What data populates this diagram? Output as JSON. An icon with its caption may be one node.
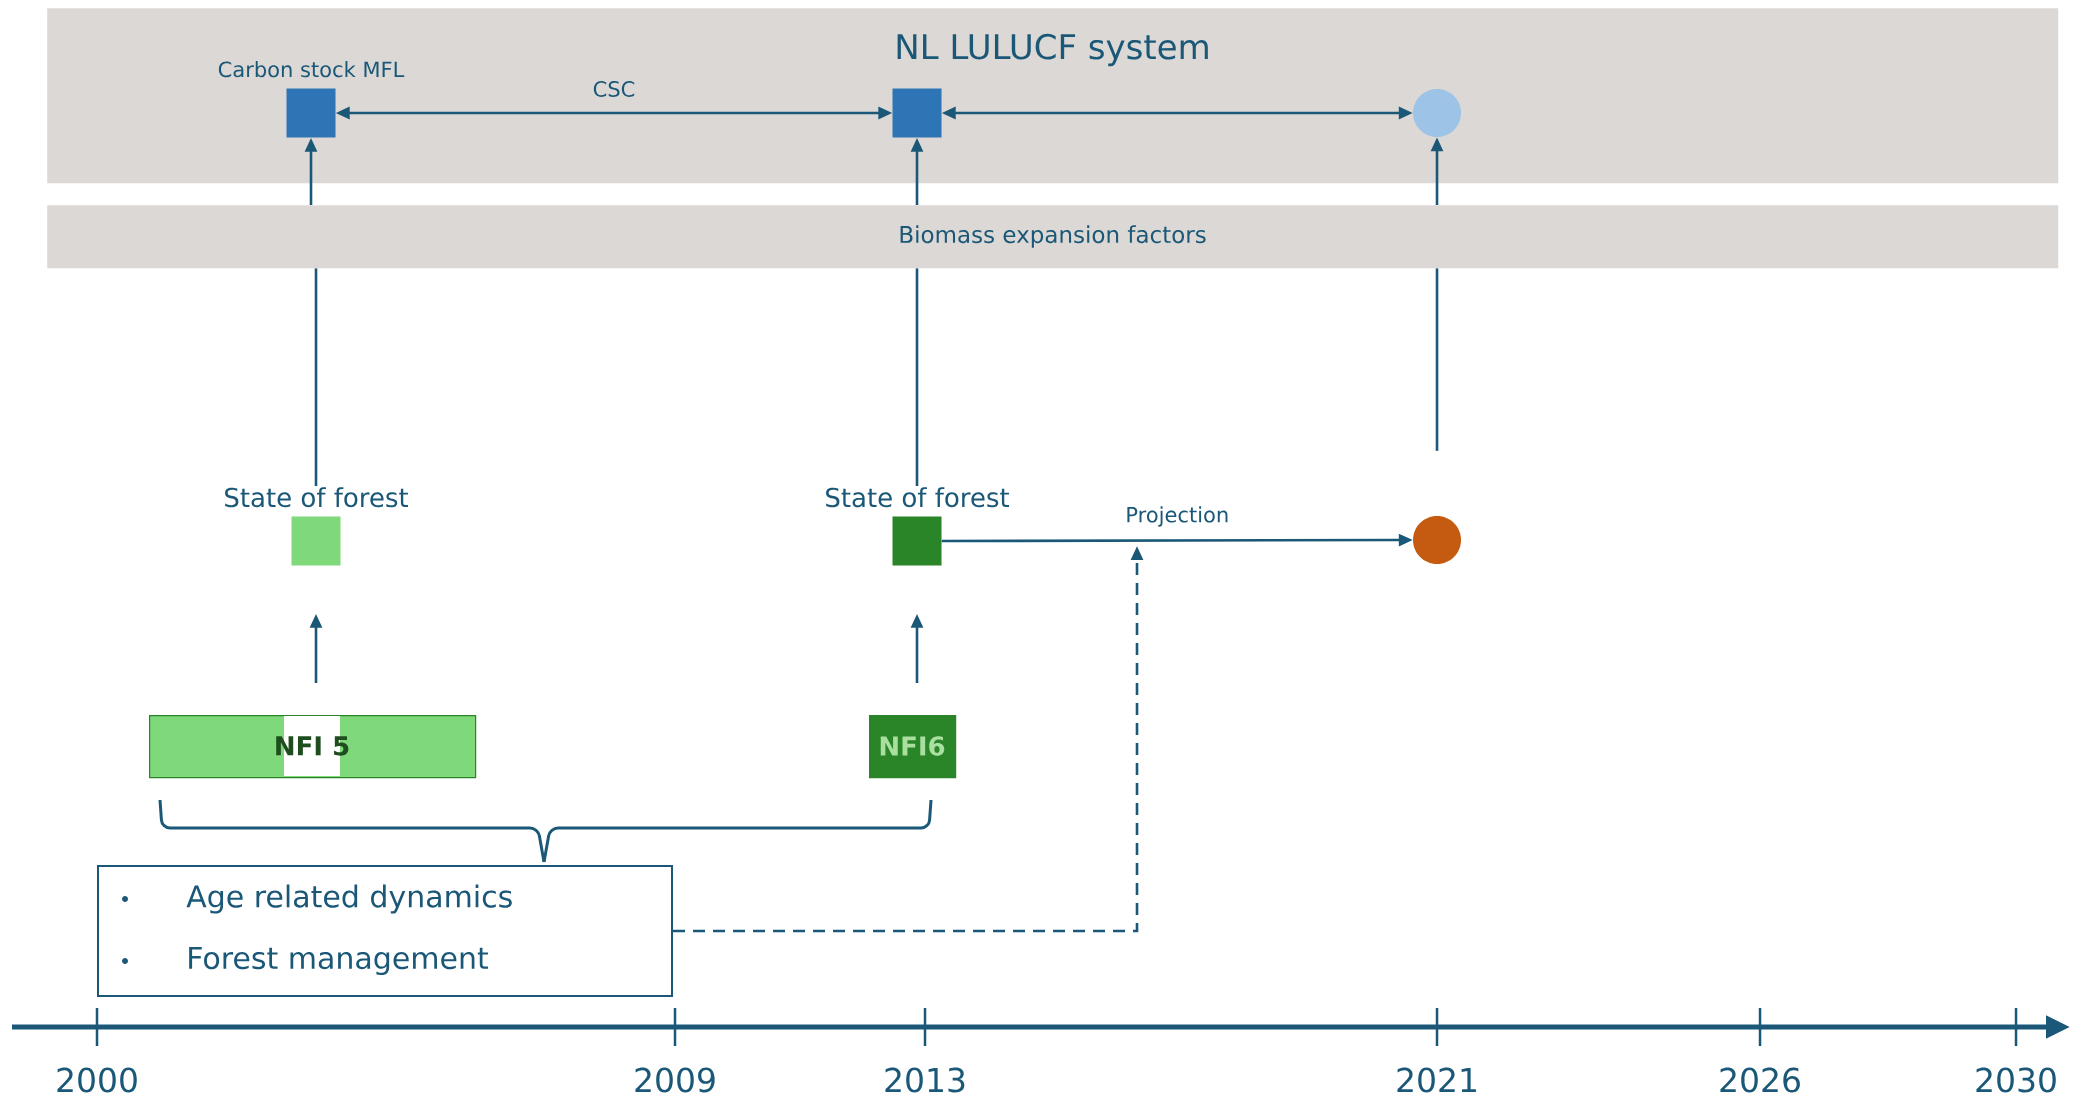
{
  "diagram": {
    "nodes": [
      {
        "text": [
          "NL LULUCF system"
        ]
      },
      {
        "text": [
          "Biomass expansion factors"
        ]
      },
      {
        "text": [],
        "shape": "box",
        "beside": [
          "Carbon stock MFL"
        ],
        "in": 0
      },
      {
        "text": [],
        "shape": "box",
        "in": 0
      },
      {
        "text": [],
        "shape": "circle",
        "in": 0
      },
      {
        "text": [
          "State of forest"
        ]
      },
      {
        "text": [
          "State of forest"
        ]
      },
      {
        "text": [],
        "shape": "circle"
      },
      {
        "text": [
          "NFI 5"
        ]
      },
      {
        "text": [
          "NFI6"
        ]
      },
      {
        "text": [
          "Age related dynamics",
          "Forest management"
        ]
      }
    ],
    "edges": [
      {
        "from": 2,
        "to": 3,
        "arrow": "both",
        "label": "CSC"
      },
      {
        "from": 3,
        "to": 4,
        "arrow": "both"
      },
      {
        "from": 5,
        "to": 1,
        "arrow": "none"
      },
      {
        "from": 1,
        "to": 2,
        "arrow": "to"
      },
      {
        "from": 6,
        "to": 1,
        "arrow": "none"
      },
      {
        "from": 1,
        "to": 3,
        "arrow": "to"
      },
      {
        "from": 7,
        "to": 1,
        "arrow": "none"
      },
      {
        "from": 1,
        "to": 4,
        "arrow": "to"
      },
      {
        "from": 8,
        "to": 5,
        "arrow": "to"
      },
      {
        "from": 9,
        "to": 6,
        "arrow": "to"
      },
      {
        "from": 6,
        "to": 7,
        "arrow": "to",
        "label": "Projection"
      },
      {
        "from": 10,
        "to": null,
        "arrow": "to",
        "style": "dashed"
      }
    ],
    "labels": [
      "2000",
      "2009",
      "2013",
      "2021",
      "2026",
      "2030"
    ]
  }
}
